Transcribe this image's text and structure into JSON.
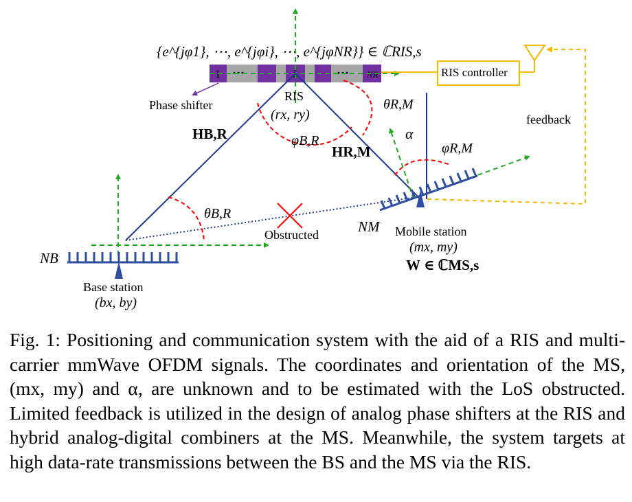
{
  "figure": {
    "ris_phase_set": "{e^{jφ1}, ⋯, e^{jφi}, ⋯, e^{jφNR}} ∈ ℂRIS,s",
    "ris_element_first": "1",
    "ris_element_dots": "···",
    "ris_element_i": "i",
    "ris_element_last": "NR",
    "ris_controller": "RIS controller",
    "feedback": "feedback",
    "phase_shifter": "Phase shifter",
    "ris_label": "RIS",
    "ris_coords": "(rx, ry)",
    "theta_rm": "θR,M",
    "phi_br": "φB,R",
    "h_br": "HB,R",
    "h_rm": "HR,M",
    "alpha": "α",
    "phi_rm": "φR,M",
    "theta_br": "θB,R",
    "obstructed": "Obstructed",
    "n_m": "NM",
    "mobile_station": "Mobile station",
    "ms_coords": "(mx, my)",
    "w_combiner": "W ∈ ℂMS,s",
    "n_b": "NB",
    "base_station": "Base station",
    "bs_coords": "(bx, by)"
  },
  "colors": {
    "green_axis": "#22aa22",
    "blue_link": "#1f3a8a",
    "red_angle": "#ff0000",
    "ris_purple": "#7030a0",
    "ris_gray": "#a6a6a6",
    "controller_yellow": "#f5b800",
    "array_blue": "#2f4ea0"
  },
  "caption": {
    "text": "Fig. 1: Positioning and communication system with the aid of a RIS and multi-carrier mmWave OFDM signals. The coordinates and orientation of the MS, (mx, my) and α, are unknown and to be estimated with the LoS obstructed. Limited feedback is utilized in the design of analog phase shifters at the RIS and hybrid analog-digital combiners at the MS. Meanwhile, the system targets at high data-rate transmissions between the BS and the MS via the RIS."
  }
}
